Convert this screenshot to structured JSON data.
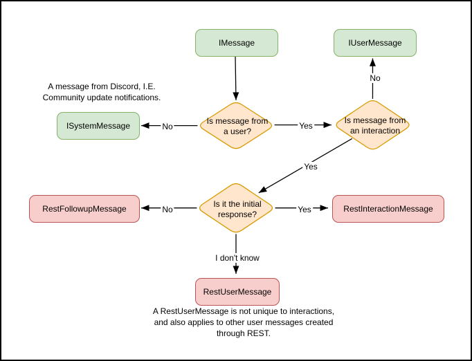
{
  "diagram": {
    "nodes": {
      "imessage": {
        "label": "IMessage",
        "kind": "interface"
      },
      "iusermessage": {
        "label": "IUserMessage",
        "kind": "interface"
      },
      "isystemmessage": {
        "label": "ISystemMessage",
        "kind": "interface"
      },
      "restfollowup": {
        "label": "RestFollowupMessage",
        "kind": "rest-class"
      },
      "restinteraction": {
        "label": "RestInteractionMessage",
        "kind": "rest-class"
      },
      "restuser": {
        "label": "RestUserMessage",
        "kind": "rest-class"
      }
    },
    "decisions": {
      "from_user": {
        "label": "Is message from\na user?"
      },
      "from_interaction": {
        "label": "Is message from\nan interaction"
      },
      "initial_response": {
        "label": "Is it the initial\nresponse?"
      }
    },
    "edges": [
      {
        "from": "IMessage",
        "to": "Is message from a user?",
        "label": ""
      },
      {
        "from": "Is message from a user?",
        "to": "ISystemMessage",
        "label": "No"
      },
      {
        "from": "Is message from a user?",
        "to": "Is message from an interaction",
        "label": "Yes"
      },
      {
        "from": "Is message from an interaction",
        "to": "IUserMessage",
        "label": "No"
      },
      {
        "from": "Is message from an interaction",
        "to": "Is it the initial response?",
        "label": "Yes"
      },
      {
        "from": "Is it the initial response?",
        "to": "RestFollowupMessage",
        "label": "No"
      },
      {
        "from": "Is it the initial response?",
        "to": "RestInteractionMessage",
        "label": "Yes"
      },
      {
        "from": "Is it the initial response?",
        "to": "RestUserMessage",
        "label": "I don't know"
      }
    ],
    "annotations": {
      "system_note": "A message from Discord, I.E.\nCommunity update notifications.",
      "restuser_note": "A RestUserMessage is not unique to interactions,\nand also applies to other user messages created\nthrough REST."
    },
    "colors": {
      "interface_fill": "#d5e8d4",
      "interface_stroke": "#82b366",
      "decision_fill": "#ffe6cc",
      "decision_stroke": "#d79b00",
      "rest_fill": "#f8cecc",
      "rest_stroke": "#b85450",
      "line": "#000000",
      "background": "#ffffff"
    }
  }
}
